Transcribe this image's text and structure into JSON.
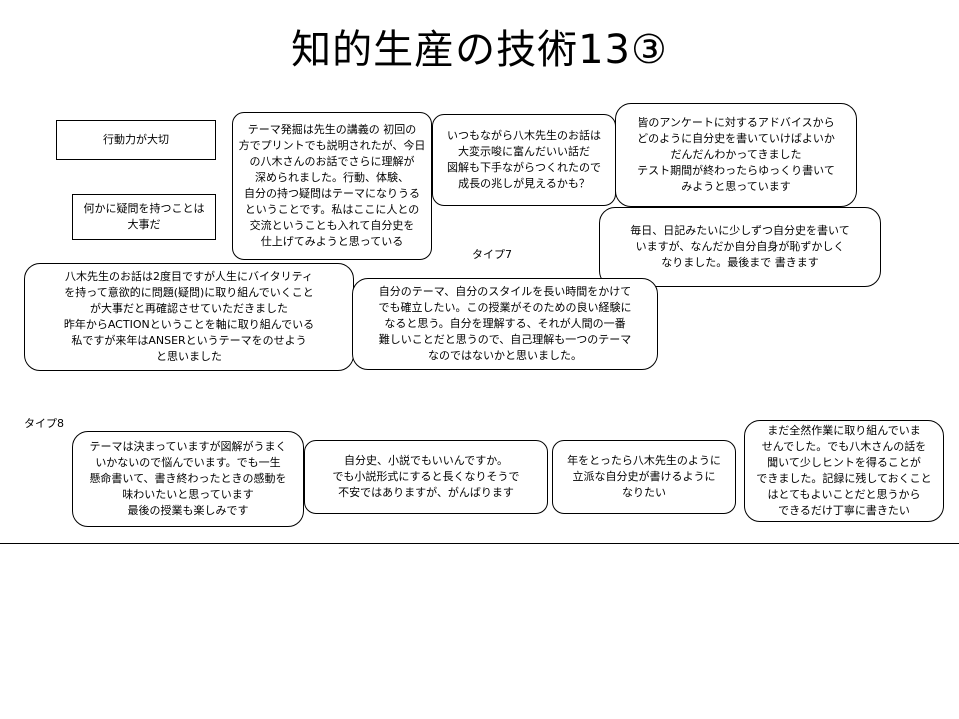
{
  "title": "知的生産の技術13③",
  "labels": {
    "type7": "タイプ7",
    "type8": "タイプ8"
  },
  "cards": {
    "action": [
      "行動力が大切"
    ],
    "doubt": [
      "何かに疑問を持つことは",
      "大事だ"
    ],
    "theme_discovery": [
      "テーマ発掘は先生の講義の 初回の",
      "方でプリントでも説明されたが、今日",
      "の八木さんのお話でさらに理解が",
      "深められました。行動、体験、",
      "自分の持つ疑問はテーマになりうる",
      "ということです。私はここに人との",
      "交流ということも入れて自分史を",
      "仕上げてみようと思っている"
    ],
    "suggestive": [
      "いつもながら八木先生のお話は",
      "大変示唆に富んだいい話だ",
      "図解も下手ながらつくれたので",
      "成長の兆しが見えるかも？"
    ],
    "questionnaire": [
      "皆のアンケートに対するアドバイスから",
      "どのように自分史を書いていけばよいか",
      "だんだんわかってきました",
      "テスト期間が終わったらゆっくり書いて",
      "みようと思っています"
    ],
    "diary": [
      "毎日、日記みたいに少しずつ自分史を書いて",
      "いますが、なんだか自分自身が恥ずかしく",
      "なりました。最後まで 書きます"
    ],
    "vitality": [
      "八木先生のお話は2度目ですが人生にバイタリティ",
      "を持って意欲的に問題(疑問)に取り組んでいくこと",
      "が大事だと再確認させていただきました",
      "昨年からACTIONということを軸に取り組んでいる",
      "私ですが来年はANSERというテーマをのせよう",
      "と思いました"
    ],
    "own_theme": [
      "自分のテーマ、自分のスタイルを長い時間をかけて",
      "でも確立したい。この授業がそのための良い経験に",
      "なると思う。自分を理解する、それが人間の一番",
      "難しいことだと思うので、自己理解も一つのテーマ",
      "なのではないかと思いました。"
    ],
    "diagram_trouble": [
      "テーマは決まっていますが図解がうまく",
      "いかないので悩んでいます。でも一生",
      "懸命書いて、書き終わったときの感動を",
      "味わいたいと思っています",
      "最後の授業も楽しみです"
    ],
    "novel": [
      "自分史、小説でもいいんですか。",
      "でも小説形式にすると長くなりそうで",
      "不安ではありますが、がんばります"
    ],
    "like_yagi": [
      "年をとったら八木先生のように",
      "立派な自分史が書けるように",
      "なりたい"
    ],
    "not_started": [
      "まだ全然作業に取り組んでいま",
      "せんでした。でも八木さんの話を",
      "聞いて少しヒントを得ることが",
      "できました。記録に残しておくこと",
      "はとてもよいことだと思うから",
      "できるだけ丁寧に書きたい"
    ]
  }
}
